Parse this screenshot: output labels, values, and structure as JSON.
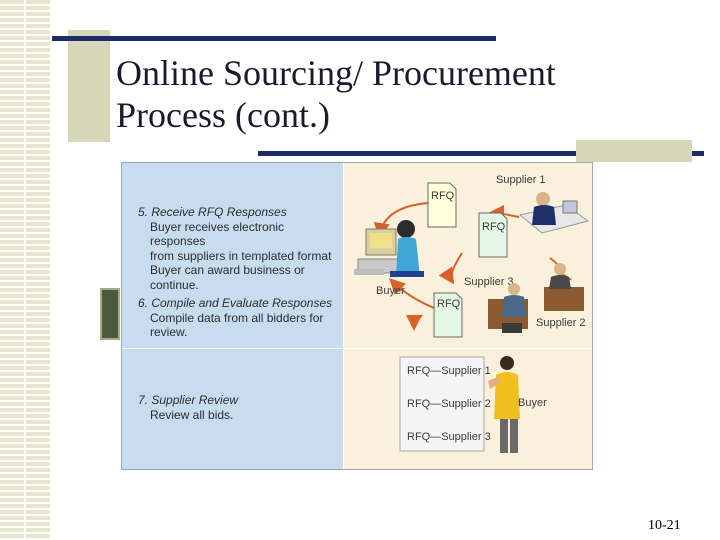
{
  "slide": {
    "title_line1": "Online Sourcing/ Procurement",
    "title_line2": "Process (cont.)",
    "page_number": "10-21"
  },
  "figure": {
    "step5": {
      "heading": "5. Receive RFQ Responses",
      "lines": [
        "Buyer receives electronic responses",
        "from suppliers in templated format",
        "Buyer can award business or",
        "continue."
      ]
    },
    "step6": {
      "heading": "6. Compile and Evaluate Responses",
      "lines": [
        "Compile data from all bidders for",
        "review."
      ]
    },
    "step7": {
      "heading": "7. Supplier Review",
      "lines": [
        "Review all bids."
      ]
    },
    "top_diagram": {
      "supplier1": "Supplier 1",
      "supplier2": "Supplier 2",
      "supplier3": "Supplier 3",
      "buyer": "Buyer",
      "doc_label": "RFQ"
    },
    "bottom_diagram": {
      "docs": [
        "RFQ—Supplier 1",
        "RFQ—Supplier 2",
        "RFQ—Supplier 3"
      ],
      "buyer": "Buyer"
    }
  }
}
